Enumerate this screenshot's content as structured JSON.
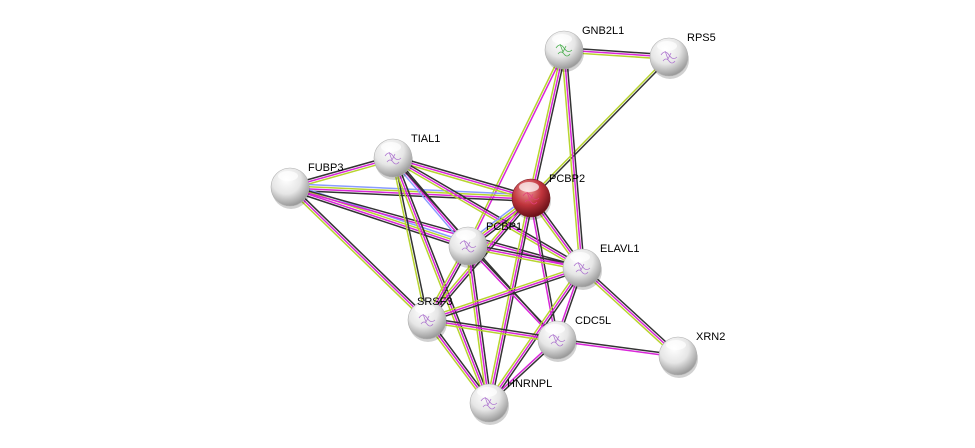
{
  "colors": {
    "coexpression": "#333333",
    "experiments": "#d926d9",
    "textmining": "#b8d430",
    "databases": "#8a9cff",
    "query_node": "#c0343c",
    "node": "#e8e8e8"
  },
  "nodes": [
    {
      "id": "GNB2L1",
      "label": "GNB2L1",
      "query": false
    },
    {
      "id": "RPS5",
      "label": "RPS5",
      "query": false
    },
    {
      "id": "TIAL1",
      "label": "TIAL1",
      "query": false
    },
    {
      "id": "FUBP3",
      "label": "FUBP3",
      "query": false
    },
    {
      "id": "PCBP2",
      "label": "PCBP2",
      "query": true
    },
    {
      "id": "PCBP1",
      "label": "PCBP1",
      "query": false
    },
    {
      "id": "ELAVL1",
      "label": "ELAVL1",
      "query": false
    },
    {
      "id": "SRSF3",
      "label": "SRSF3",
      "query": false
    },
    {
      "id": "CDC5L",
      "label": "CDC5L",
      "query": false
    },
    {
      "id": "XRN2",
      "label": "XRN2",
      "query": false
    },
    {
      "id": "HNRNPL",
      "label": "HNRNPL",
      "query": false
    }
  ],
  "edges": [
    {
      "a": "GNB2L1",
      "b": "RPS5",
      "types": [
        "coexpression",
        "experiments",
        "textmining"
      ]
    },
    {
      "a": "RPS5",
      "b": "PCBP2",
      "types": [
        "coexpression",
        "textmining"
      ]
    },
    {
      "a": "GNB2L1",
      "b": "PCBP2",
      "types": [
        "coexpression",
        "experiments",
        "textmining"
      ]
    },
    {
      "a": "GNB2L1",
      "b": "PCBP1",
      "types": [
        "experiments",
        "textmining"
      ]
    },
    {
      "a": "GNB2L1",
      "b": "ELAVL1",
      "types": [
        "coexpression",
        "experiments",
        "textmining"
      ]
    },
    {
      "a": "FUBP3",
      "b": "TIAL1",
      "types": [
        "coexpression",
        "experiments",
        "textmining"
      ]
    },
    {
      "a": "FUBP3",
      "b": "PCBP2",
      "types": [
        "databases",
        "textmining",
        "experiments",
        "coexpression"
      ]
    },
    {
      "a": "FUBP3",
      "b": "PCBP1",
      "types": [
        "databases",
        "textmining",
        "experiments",
        "coexpression"
      ]
    },
    {
      "a": "FUBP3",
      "b": "ELAVL1",
      "types": [
        "coexpression",
        "experiments"
      ]
    },
    {
      "a": "FUBP3",
      "b": "SRSF3",
      "types": [
        "coexpression",
        "experiments",
        "textmining"
      ]
    },
    {
      "a": "TIAL1",
      "b": "PCBP2",
      "types": [
        "coexpression",
        "experiments",
        "textmining"
      ]
    },
    {
      "a": "TIAL1",
      "b": "PCBP1",
      "types": [
        "coexpression",
        "experiments",
        "databases"
      ]
    },
    {
      "a": "TIAL1",
      "b": "ELAVL1",
      "types": [
        "coexpression",
        "experiments",
        "textmining"
      ]
    },
    {
      "a": "TIAL1",
      "b": "SRSF3",
      "types": [
        "coexpression",
        "textmining"
      ]
    },
    {
      "a": "TIAL1",
      "b": "HNRNPL",
      "types": [
        "coexpression",
        "experiments",
        "textmining"
      ]
    },
    {
      "a": "TIAL1",
      "b": "CDC5L",
      "types": [
        "coexpression"
      ]
    },
    {
      "a": "PCBP2",
      "b": "PCBP1",
      "types": [
        "coexpression",
        "experiments",
        "textmining",
        "databases"
      ]
    },
    {
      "a": "PCBP2",
      "b": "ELAVL1",
      "types": [
        "coexpression",
        "experiments",
        "textmining"
      ]
    },
    {
      "a": "PCBP2",
      "b": "SRSF3",
      "types": [
        "coexpression",
        "experiments",
        "textmining"
      ]
    },
    {
      "a": "PCBP2",
      "b": "CDC5L",
      "types": [
        "coexpression",
        "experiments"
      ]
    },
    {
      "a": "PCBP2",
      "b": "HNRNPL",
      "types": [
        "coexpression",
        "experiments",
        "textmining"
      ]
    },
    {
      "a": "PCBP1",
      "b": "ELAVL1",
      "types": [
        "coexpression",
        "experiments",
        "textmining"
      ]
    },
    {
      "a": "PCBP1",
      "b": "SRSF3",
      "types": [
        "coexpression",
        "experiments",
        "textmining"
      ]
    },
    {
      "a": "PCBP1",
      "b": "CDC5L",
      "types": [
        "coexpression",
        "experiments"
      ]
    },
    {
      "a": "PCBP1",
      "b": "HNRNPL",
      "types": [
        "coexpression",
        "experiments",
        "textmining"
      ]
    },
    {
      "a": "ELAVL1",
      "b": "SRSF3",
      "types": [
        "coexpression",
        "experiments",
        "textmining"
      ]
    },
    {
      "a": "ELAVL1",
      "b": "CDC5L",
      "types": [
        "coexpression",
        "experiments"
      ]
    },
    {
      "a": "ELAVL1",
      "b": "HNRNPL",
      "types": [
        "coexpression",
        "experiments",
        "textmining"
      ]
    },
    {
      "a": "ELAVL1",
      "b": "XRN2",
      "types": [
        "coexpression",
        "experiments",
        "textmining"
      ]
    },
    {
      "a": "SRSF3",
      "b": "CDC5L",
      "types": [
        "coexpression",
        "experiments",
        "textmining"
      ]
    },
    {
      "a": "SRSF3",
      "b": "HNRNPL",
      "types": [
        "coexpression",
        "experiments",
        "textmining"
      ]
    },
    {
      "a": "CDC5L",
      "b": "XRN2",
      "types": [
        "coexpression",
        "experiments"
      ]
    },
    {
      "a": "CDC5L",
      "b": "HNRNPL",
      "types": [
        "coexpression",
        "experiments"
      ]
    }
  ]
}
